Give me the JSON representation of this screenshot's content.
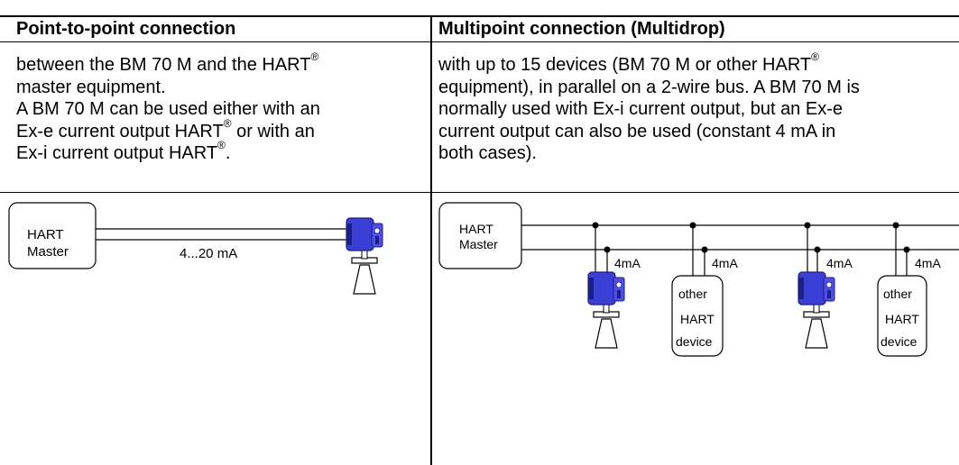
{
  "left": {
    "heading": "Point-to-point connection",
    "lines": [
      {
        "text": "between the BM 70 M and the HART",
        "sup": "®"
      },
      {
        "text": "master equipment.",
        "sup": ""
      },
      {
        "text": "A BM 70 M can be used either with an",
        "sup": ""
      },
      {
        "text": "Ex-e current output HART",
        "sup": "®",
        "tail": " or with an"
      },
      {
        "text": "Ex-i current output HART",
        "sup": "®",
        "tail": "."
      }
    ],
    "diagram": {
      "master_line1": "HART",
      "master_line2": "Master",
      "signal_label": "4...20 mA"
    }
  },
  "right": {
    "heading": "Multipoint connection (Multidrop)",
    "lines": [
      {
        "text": "with up to 15 devices (BM 70 M or other HART",
        "sup": "®"
      },
      {
        "text": "equipment), in parallel on a 2-wire bus. A BM 70 M is",
        "sup": ""
      },
      {
        "text": "normally used with Ex-i current output, but an Ex-e",
        "sup": ""
      },
      {
        "text": "current output can also be used (constant 4 mA in",
        "sup": ""
      },
      {
        "text": "both cases).",
        "sup": ""
      }
    ],
    "diagram": {
      "master_line1": "HART",
      "master_line2": "Master",
      "drop_label": "4mA",
      "other_device": [
        "other",
        "HART",
        "device"
      ]
    }
  },
  "colors": {
    "device_blue": "#3a3fd6",
    "device_dark": "#1e1e8a",
    "line": "#000000"
  }
}
